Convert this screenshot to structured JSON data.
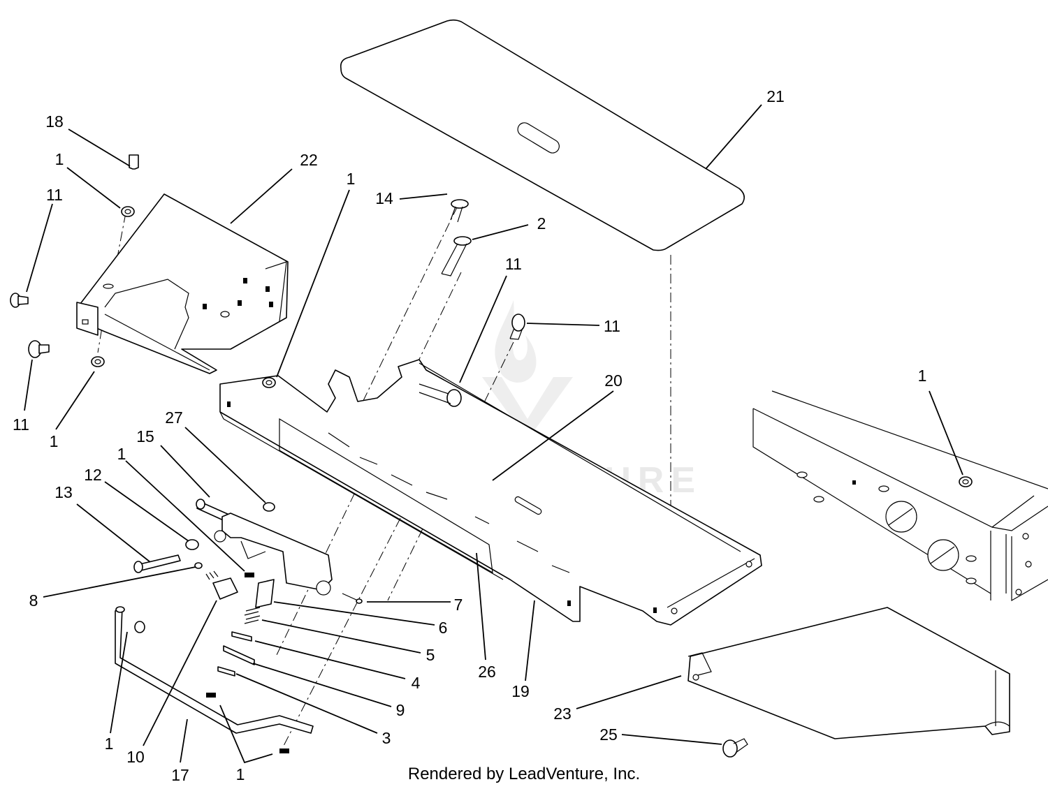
{
  "watermark": {
    "text": "LEADVENTURE"
  },
  "footer": {
    "credit": "Rendered by LeadVenture, Inc."
  },
  "callouts": [
    {
      "id": "c18",
      "label": "18"
    },
    {
      "id": "c1a",
      "label": "1"
    },
    {
      "id": "c11a",
      "label": "11"
    },
    {
      "id": "c22",
      "label": "22"
    },
    {
      "id": "c1b",
      "label": "1"
    },
    {
      "id": "c14",
      "label": "14"
    },
    {
      "id": "c2",
      "label": "2"
    },
    {
      "id": "c21",
      "label": "21"
    },
    {
      "id": "c11b",
      "label": "11"
    },
    {
      "id": "c11c",
      "label": "11"
    },
    {
      "id": "c20",
      "label": "20"
    },
    {
      "id": "c11d",
      "label": "11"
    },
    {
      "id": "c1c",
      "label": "1"
    },
    {
      "id": "c27",
      "label": "27"
    },
    {
      "id": "c15",
      "label": "15"
    },
    {
      "id": "c1d",
      "label": "1"
    },
    {
      "id": "c12",
      "label": "12"
    },
    {
      "id": "c13",
      "label": "13"
    },
    {
      "id": "c1e",
      "label": "1"
    },
    {
      "id": "c8",
      "label": "8"
    },
    {
      "id": "c7",
      "label": "7"
    },
    {
      "id": "c6",
      "label": "6"
    },
    {
      "id": "c5",
      "label": "5"
    },
    {
      "id": "c4",
      "label": "4"
    },
    {
      "id": "c26",
      "label": "26"
    },
    {
      "id": "c19",
      "label": "19"
    },
    {
      "id": "c9",
      "label": "9"
    },
    {
      "id": "c3",
      "label": "3"
    },
    {
      "id": "c23",
      "label": "23"
    },
    {
      "id": "c25",
      "label": "25"
    },
    {
      "id": "c1f",
      "label": "1"
    },
    {
      "id": "c10",
      "label": "10"
    },
    {
      "id": "c17",
      "label": "17"
    },
    {
      "id": "c1g",
      "label": "1"
    }
  ]
}
